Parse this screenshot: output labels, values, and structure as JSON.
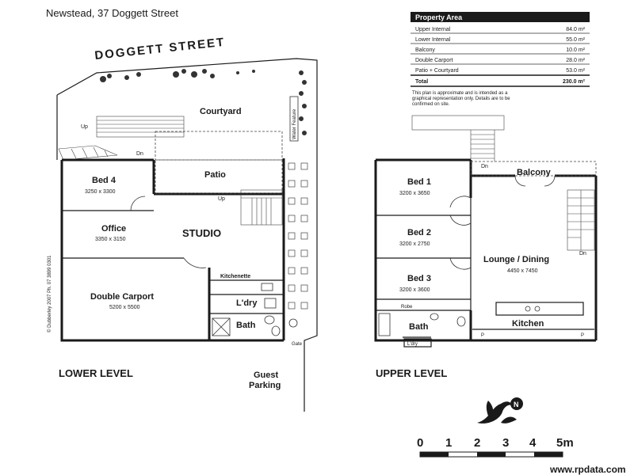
{
  "header": {
    "title": "Newstead, 37 Doggett Street"
  },
  "street": "DOGGETT STREET",
  "lower": {
    "courtyard": "Courtyard",
    "up_label": "Up",
    "dn_label": "Dn",
    "water_feature": "Water Feature",
    "patio": "Patio",
    "patio_up": "Up",
    "bed4": {
      "name": "Bed 4",
      "dim": "3250 x 3300"
    },
    "office": {
      "name": "Office",
      "dim": "3350 x 3150"
    },
    "studio": "STUDIO",
    "kitchenette": "Kitchenette",
    "laundry": "L'dry",
    "bath": "Bath",
    "carport": {
      "name": "Double Carport",
      "dim": "5200 x 5500"
    },
    "gate": "Gate",
    "guest_parking": [
      "Guest",
      "Parking"
    ],
    "level_label": "LOWER LEVEL",
    "copyright": "© Dubberley 2007 Ph. 07 3899 0301"
  },
  "upper": {
    "dn_top": "Dn",
    "balcony": "Balcony",
    "bed1": {
      "name": "Bed 1",
      "dim": "3200 x 3650"
    },
    "bed2": {
      "name": "Bed 2",
      "dim": "3200 x 2750"
    },
    "bed3": {
      "name": "Bed 3",
      "dim": "3200 x 3600"
    },
    "dn_right": "Dn",
    "lounge": {
      "name": "Lounge / Dining",
      "dim": "4450 x 7450"
    },
    "robe": "Robe",
    "bath": "Bath",
    "laundry": "L'dry",
    "kitchen": "Kitchen",
    "p1": "P",
    "p2": "P",
    "level_label": "UPPER LEVEL"
  },
  "property_area": {
    "heading": "Property Area",
    "rows": [
      {
        "label": "Upper Internal",
        "value": "84.0 m²"
      },
      {
        "label": "Lower Internal",
        "value": "55.0 m²"
      },
      {
        "label": "Balcony",
        "value": "10.0 m²"
      },
      {
        "label": "Double Carport",
        "value": "28.0 m²"
      },
      {
        "label": "Patio + Courtyard",
        "value": "53.0 m²"
      }
    ],
    "total": {
      "label": "Total",
      "value": "230.0 m²"
    },
    "disclaimer": [
      "This plan is approximate and is intended as a",
      "graphical representation only. Details are to be",
      "confirmed on site."
    ]
  },
  "scale": {
    "ticks": [
      "0",
      "1",
      "2",
      "3",
      "4",
      "5m"
    ]
  },
  "compass": {
    "label": "N"
  },
  "watermark": "www.rpdata.com"
}
